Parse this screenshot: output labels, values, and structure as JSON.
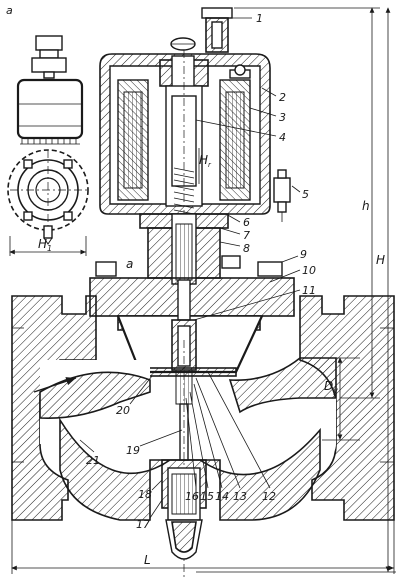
{
  "figure": {
    "view_label": "a",
    "dimensions": {
      "h": "h",
      "H": "H",
      "L": "L",
      "Dy": "D",
      "Dy_sub": "y",
      "H1": "H",
      "H1_sub": "1",
      "a": "a",
      "Hr": "H",
      "Hr_sub": "r"
    },
    "callouts": [
      "1",
      "2",
      "3",
      "4",
      "5",
      "6",
      "7",
      "8",
      "9",
      "10",
      "11",
      "12",
      "13",
      "14",
      "15",
      "16",
      "17",
      "18",
      "19",
      "20",
      "21"
    ]
  }
}
